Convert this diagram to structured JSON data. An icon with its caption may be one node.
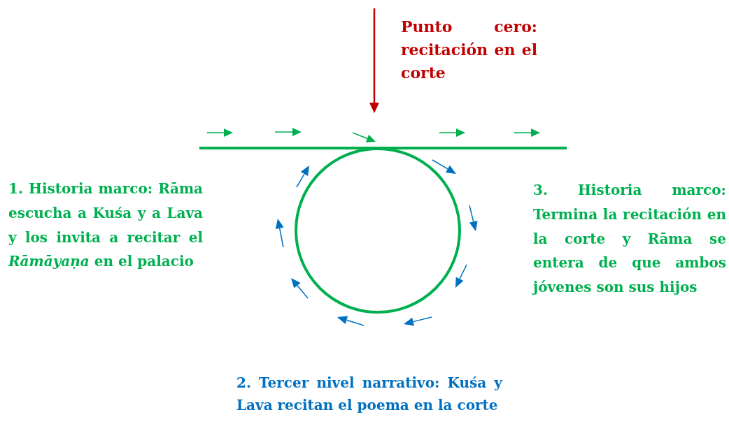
{
  "diagram": {
    "nodes": [
      {
        "text": [],
        "shape": "bar"
      },
      {
        "text": [],
        "shape": "circle"
      }
    ],
    "labels": [
      "Punto cero: recitación en el corte",
      "1. Historia marco: Rāma escucha a Kuśa y a Lava y los invita a recitar el *Rāmāyaṇa* en el palacio",
      "3. Historia marco: Termina la recitación en la corte y Rāma se entera de que ambos jóvenes son sus hijos",
      "2. Tercer nivel narrativo: Kuśa y Lava recitan el poema en la corte"
    ]
  }
}
